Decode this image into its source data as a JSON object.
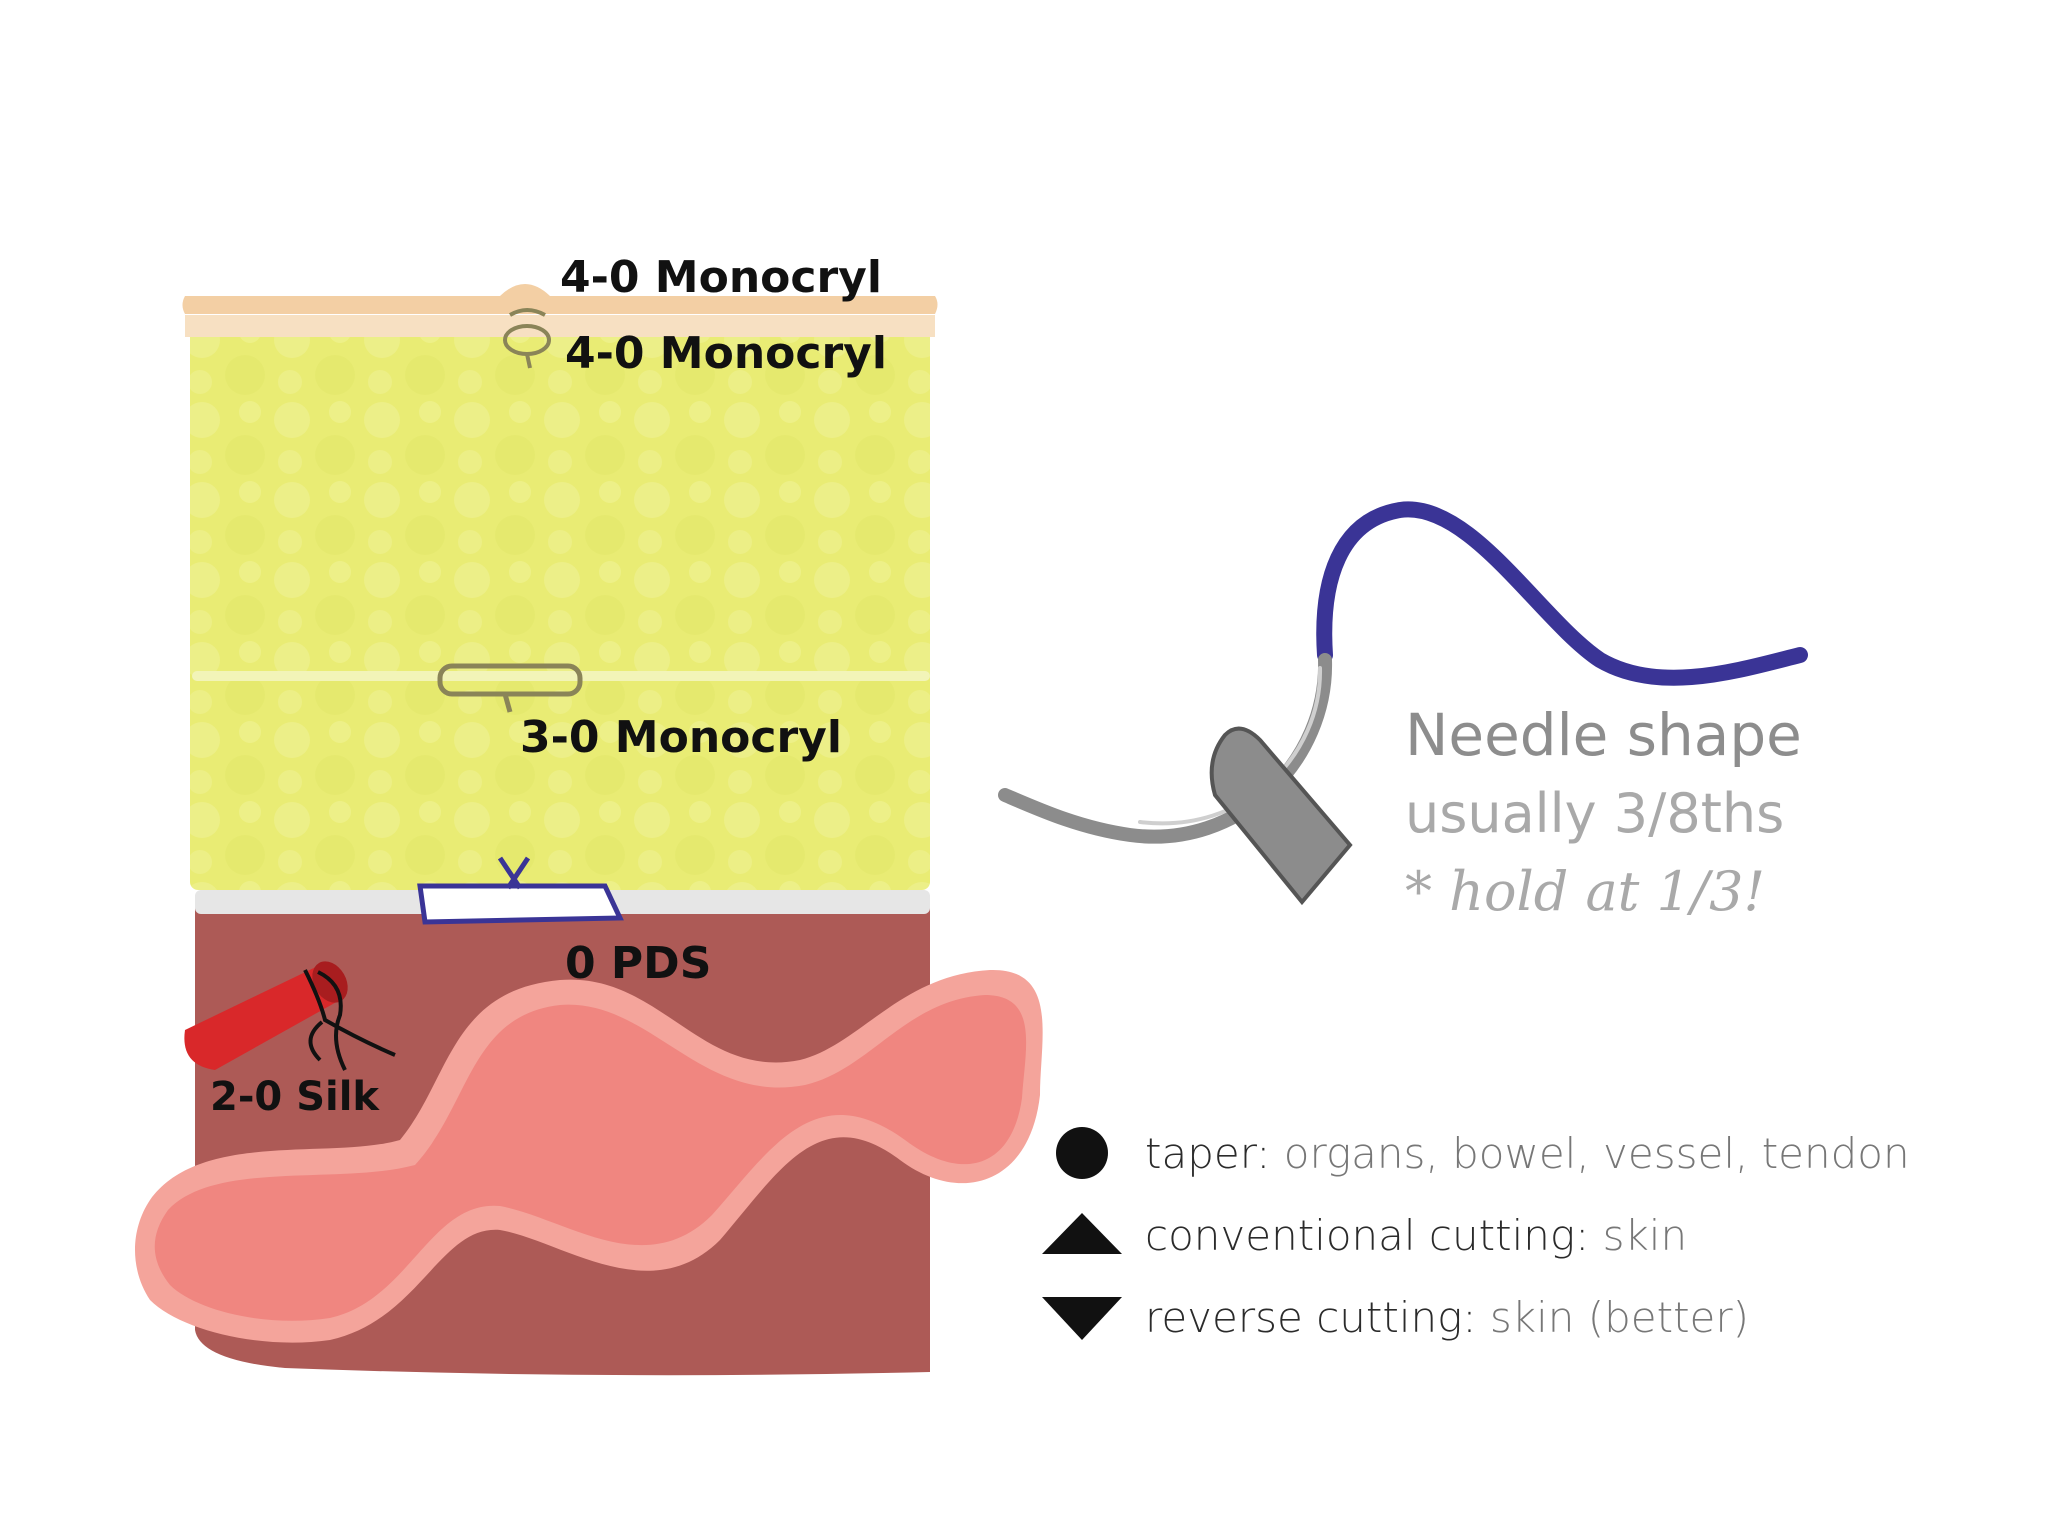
{
  "labels": {
    "skin_suture": "4-0 Monocryl",
    "dermis_suture": "4-0 Monocryl",
    "fat_suture": "3-0 Monocryl",
    "fascia_suture": "0 PDS",
    "vessel_suture": "2-0 Silk"
  },
  "needle": {
    "title": "Needle shape",
    "subtitle": "usually 3/8ths",
    "note": "* hold at 1/3!"
  },
  "legend": [
    {
      "icon": "circle-icon",
      "key": "taper:",
      "value": " organs, bowel, vessel, tendon"
    },
    {
      "icon": "triangle-up-icon",
      "key": "conventional cutting:",
      "value": " skin"
    },
    {
      "icon": "triangle-down-icon",
      "key": "reverse cutting:",
      "value": " skin (better)"
    }
  ],
  "colors": {
    "skin": "#f3cfa4",
    "fat": "#e9ec74",
    "fascia": "#e6e6e6",
    "muscle": "#ad5a56",
    "bowel": "#f08680",
    "vessel": "#d9282a",
    "suture_blue": "#3a3496",
    "needle_grey": "#8c8c8c"
  }
}
